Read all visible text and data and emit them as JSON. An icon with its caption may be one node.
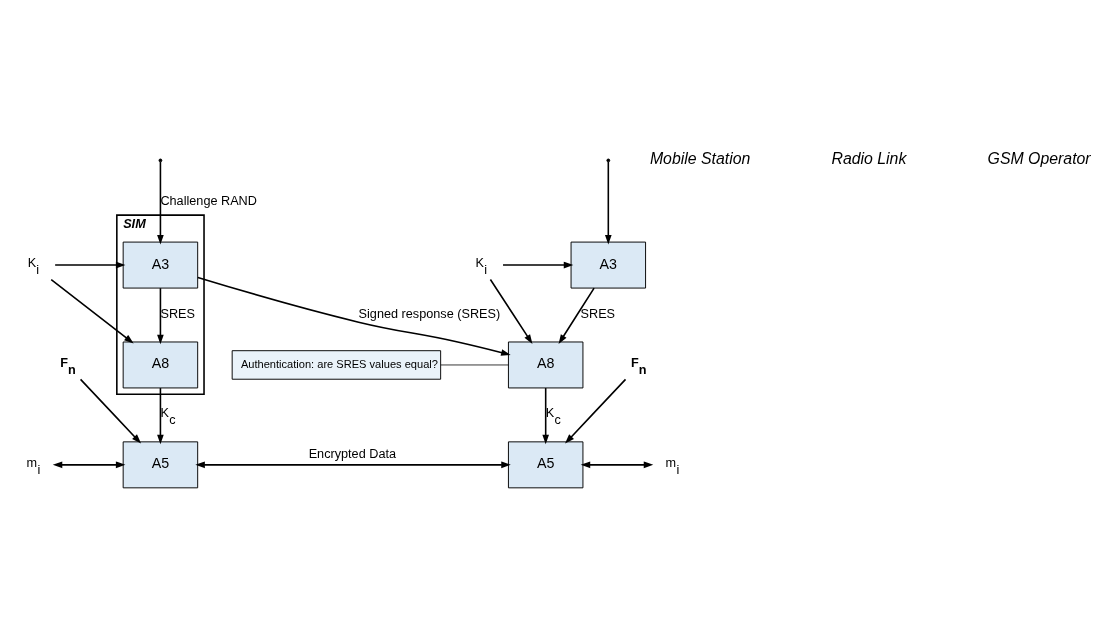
{
  "diagram": {
    "nodes": [
      {
        "text": [
          "SIM"
        ]
      },
      {
        "text": [
          "A3"
        ],
        "in": 0
      },
      {
        "text": [
          "A8"
        ],
        "in": 0
      },
      {
        "text": [
          "A5"
        ]
      },
      {
        "text": [
          "A3"
        ]
      },
      {
        "text": [
          "A8"
        ]
      },
      {
        "text": [
          "A5"
        ]
      },
      {
        "text": [
          "Authentication: are SRES values equal?"
        ]
      },
      {
        "text": [
          "K$_{i}$"
        ]
      },
      {
        "text": [
          "K$_{i}$"
        ]
      },
      {
        "text": [
          "F$_{n}$"
        ]
      },
      {
        "text": [
          "F$_{n}$"
        ]
      },
      {
        "text": [
          "m$_{i}$"
        ]
      },
      {
        "text": [
          "m$_{i}$"
        ]
      }
    ],
    "edges": [
      {
        "from": null,
        "to": 1,
        "arrow": "to",
        "label": "Challenge RAND"
      },
      {
        "from": null,
        "to": 4,
        "arrow": "to"
      },
      {
        "from": 8,
        "to": 1,
        "arrow": "to"
      },
      {
        "from": 8,
        "to": 2,
        "arrow": "to"
      },
      {
        "from": 9,
        "to": 4,
        "arrow": "to"
      },
      {
        "from": 9,
        "to": 5,
        "arrow": "to"
      },
      {
        "from": 1,
        "to": 2,
        "arrow": "to",
        "label": "SRES"
      },
      {
        "from": 4,
        "to": 5,
        "arrow": "to",
        "label": "SRES"
      },
      {
        "from": 1,
        "to": 5,
        "arrow": "to",
        "label": "Signed response (SRES)"
      },
      {
        "from": 7,
        "to": 5,
        "arrow": "none"
      },
      {
        "from": 2,
        "to": 3,
        "arrow": "to",
        "label": "K$_{c}$"
      },
      {
        "from": 5,
        "to": 6,
        "arrow": "to",
        "label": "K$_{c}$"
      },
      {
        "from": 10,
        "to": 3,
        "arrow": "to"
      },
      {
        "from": 11,
        "to": 6,
        "arrow": "to"
      },
      {
        "from": 3,
        "to": 6,
        "arrow": "both",
        "label": "Encrypted Data"
      },
      {
        "from": 12,
        "to": 3,
        "arrow": "both"
      },
      {
        "from": 6,
        "to": 13,
        "arrow": "both"
      }
    ],
    "labels": [
      "Mobile Station",
      "Radio Link",
      "GSM Operator"
    ]
  }
}
